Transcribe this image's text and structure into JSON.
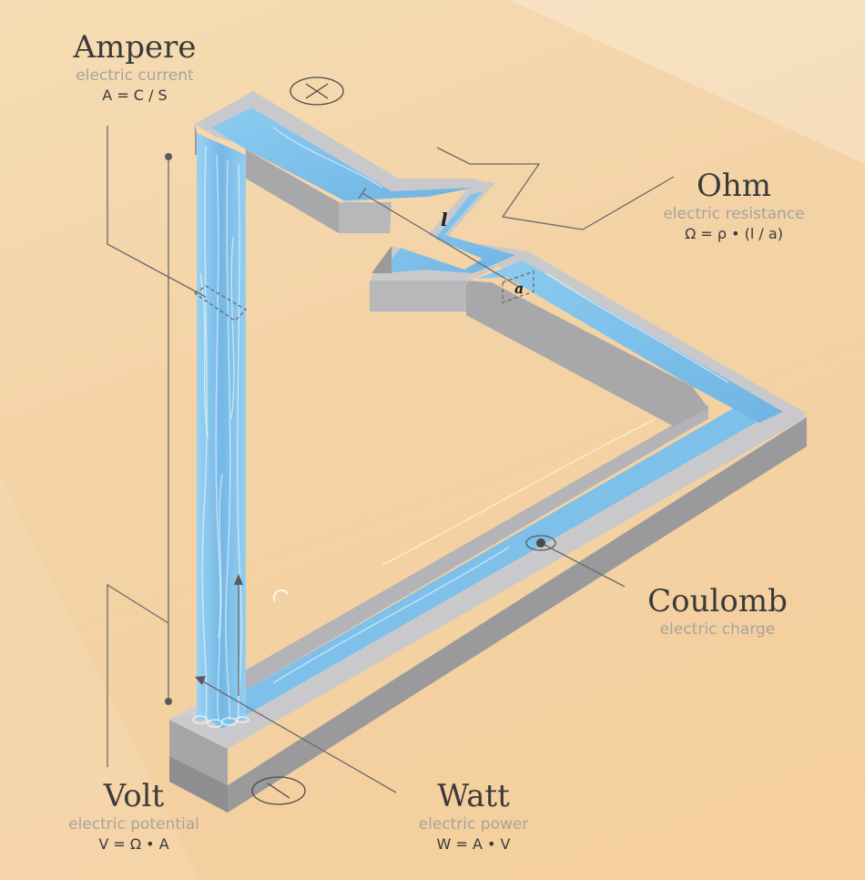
{
  "labels": {
    "ampere": {
      "name": "Ampere",
      "desc": "electric current",
      "formula": "A = C / S"
    },
    "ohm": {
      "name": "Ohm",
      "desc": "electric resistance",
      "formula": "Ω = ρ • (l / a)"
    },
    "coulomb": {
      "name": "Coulomb",
      "desc": "electric charge"
    },
    "volt": {
      "name": "Volt",
      "desc": "electric potential",
      "formula": "V = Ω • A"
    },
    "watt": {
      "name": "Watt",
      "desc": "electric power",
      "formula": "W = A • V"
    }
  },
  "symbols": {
    "length": "l",
    "area": "a"
  },
  "colors": {
    "water": "#7cc0ea",
    "channel_top": "#c9c9cc",
    "channel_side": "#9a9a9d",
    "channel_inner": "#b4b4b8",
    "text": "#3a3a3a",
    "muted": "#a8a39c"
  }
}
